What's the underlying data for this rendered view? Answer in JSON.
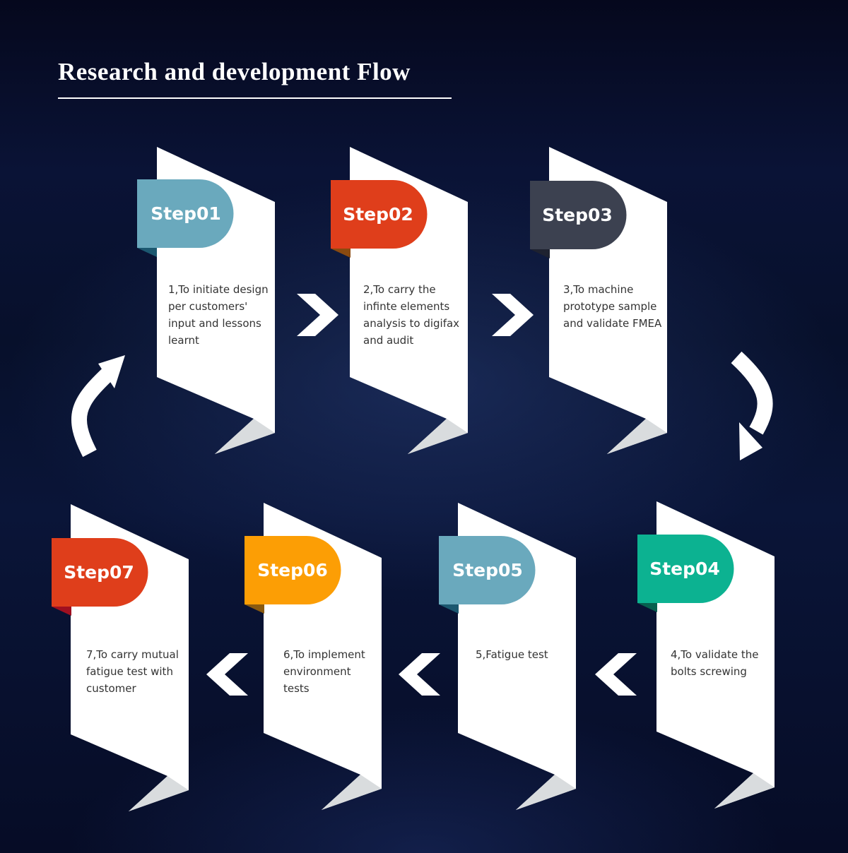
{
  "title": "Research and development Flow",
  "steps": [
    {
      "label": "Step01",
      "text": "1,To initiate design per customers' input and lessons learnt",
      "color": "#6aa9bd",
      "shade": "#1c5870"
    },
    {
      "label": "Step02",
      "text": "2,To carry the infinte elements analysis to digifax and audit",
      "color": "#df3e1b",
      "shade": "#8a4a10"
    },
    {
      "label": "Step03",
      "text": "3,To machine prototype sample and validate FMEA",
      "color": "#3c4150",
      "shade": "#1e2230"
    },
    {
      "label": "Step04",
      "text": "4,To validate the bolts screwing",
      "color": "#0cb291",
      "shade": "#07604f"
    },
    {
      "label": "Step05",
      "text": "5,Fatigue test",
      "color": "#6aa9bd",
      "shade": "#1c5870"
    },
    {
      "label": "Step06",
      "text": "6,To implement environment tests",
      "color": "#fc9e05",
      "shade": "#8a5a10"
    },
    {
      "label": "Step07",
      "text": "7,To carry mutual fatigue test with customer",
      "color": "#df3e1b",
      "shade": "#a01020"
    }
  ]
}
